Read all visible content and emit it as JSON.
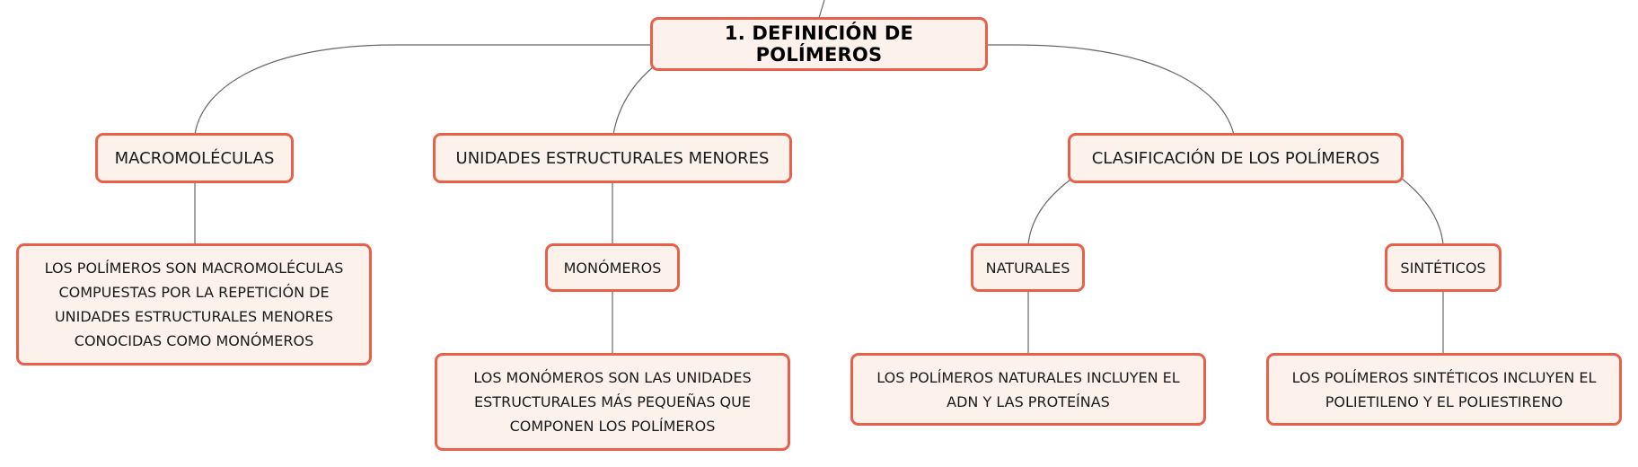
{
  "colors": {
    "node_border": "#e8604a",
    "node_fill": "#fdf1ec",
    "connector": "#666666"
  },
  "root": {
    "label": "1. DEFINICIÓN DE POLÍMEROS"
  },
  "branches": {
    "macromoleculas": {
      "label": "MACROMOLÉCULAS",
      "detail": "LOS POLÍMEROS SON MACROMOLÉCULAS COMPUESTAS POR LA REPETICIÓN DE UNIDADES ESTRUCTURALES MENORES CONOCIDAS COMO MONÓMEROS"
    },
    "unidades": {
      "label": "UNIDADES ESTRUCTURALES MENORES",
      "child": {
        "label": "MONÓMEROS",
        "detail": "LOS MONÓMEROS SON LAS UNIDADES ESTRUCTURALES MÁS PEQUEÑAS QUE COMPONEN LOS POLÍMEROS"
      }
    },
    "clasificacion": {
      "label": "CLASIFICACIÓN DE LOS POLÍMEROS",
      "naturales": {
        "label": "NATURALES",
        "detail": "LOS POLÍMEROS NATURALES INCLUYEN EL ADN Y LAS PROTEÍNAS"
      },
      "sinteticos": {
        "label": "SINTÉTICOS",
        "detail": "LOS POLÍMEROS SINTÉTICOS INCLUYEN EL POLIETILENO Y EL POLIESTIRENO"
      }
    }
  }
}
